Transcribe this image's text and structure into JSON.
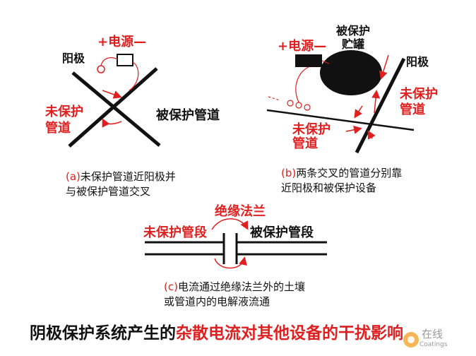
{
  "diagram_a": {
    "power_label": "+电源—",
    "anode_label": "阳极",
    "unprotected_label_line1": "未保护",
    "unprotected_label_line2": "管道",
    "protected_label": "被保护管道",
    "caption_prefix": "(a)",
    "caption_line1": "未保护管道近阳极并",
    "caption_line2": "与被保护管道交叉"
  },
  "diagram_b": {
    "tank_label_line1": "被保护",
    "tank_label_line2": "贮罐",
    "power_label": "+电源—",
    "anode_label": "阳极",
    "unprotected_label_line1": "未保护",
    "unprotected_label_line2": "管道",
    "protected_label_line1": "未保护",
    "protected_label_line2": "管道",
    "caption_prefix": "(b)",
    "caption_line1": "两条交叉的管道分别靠",
    "caption_line2": "近阳极和被保护设备"
  },
  "diagram_c": {
    "flange_label": "绝缘法兰",
    "unprotected_label": "未保护管段",
    "protected_label": "被保护管段",
    "caption_prefix": "(c)",
    "caption_line1": "电流通过绝缘法兰外的土壤",
    "caption_line2": "或管道内的电解液流通"
  },
  "footer": {
    "title_black": "阴极保护系统产生的",
    "title_red": "杂散电流对其他设备的干扰",
    "title_tail": "影响",
    "watermark": "在线",
    "watermark_sub": "Coatings"
  },
  "colors": {
    "accent_red": "#e02020",
    "ink": "#111111"
  }
}
